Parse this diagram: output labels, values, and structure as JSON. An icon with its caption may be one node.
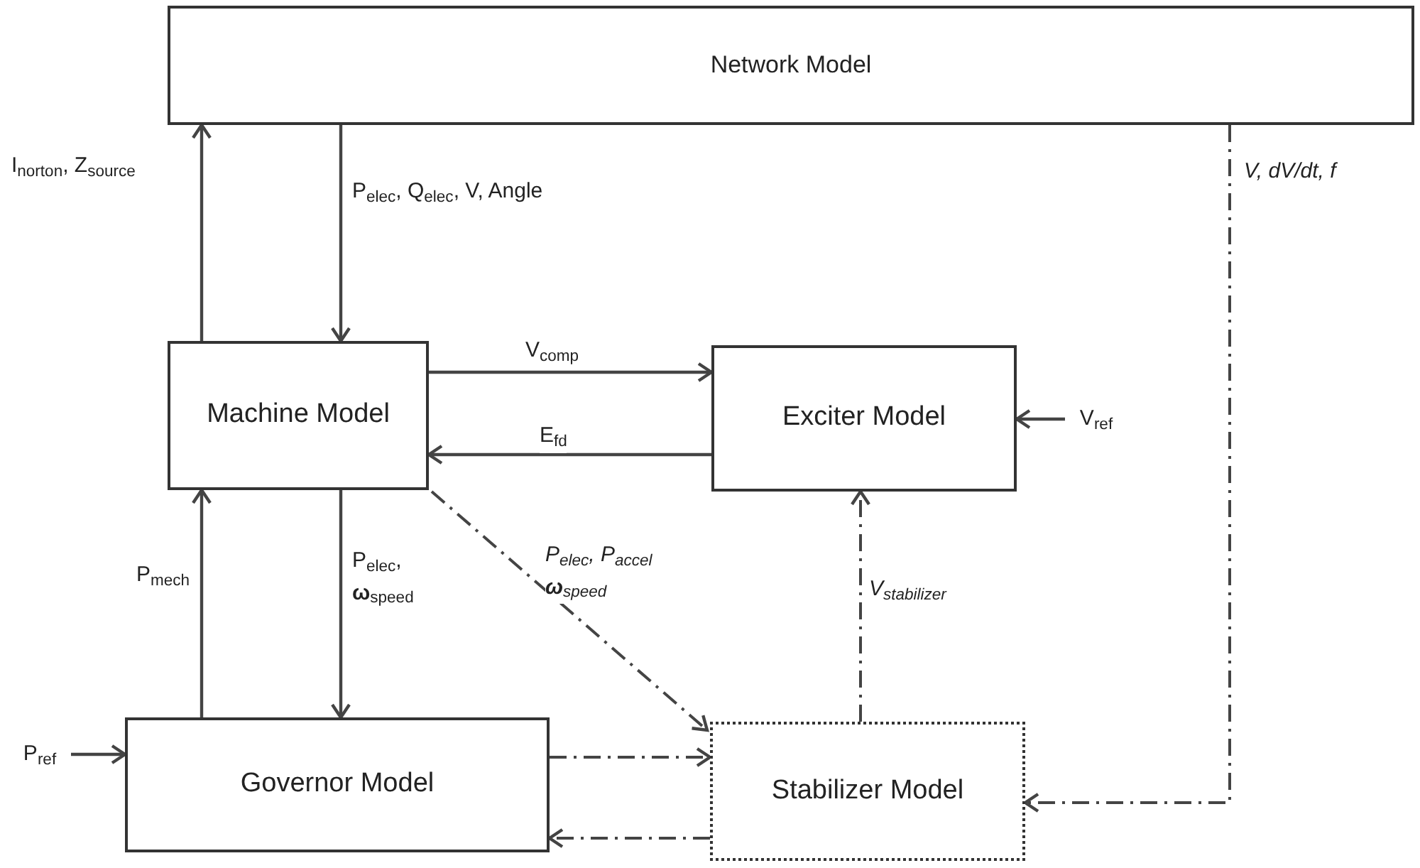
{
  "diagram": {
    "nodes": [
      {
        "text": [
          "Network Model"
        ]
      },
      {
        "text": [
          "Machine Model"
        ]
      },
      {
        "text": [
          "Exciter Model"
        ]
      },
      {
        "text": [
          "Governor Model"
        ]
      },
      {
        "text": [
          "Stabilizer Model"
        ]
      },
      {
        "text": [
          "P$_{ref}$"
        ]
      },
      {
        "text": [
          "V$_{ref}$"
        ]
      }
    ],
    "edges": [
      {
        "from": 1,
        "to": 0,
        "arrow": "to",
        "label": "I$_{norton}$, Z$_{source}$"
      },
      {
        "from": 0,
        "to": 1,
        "arrow": "to",
        "label": "P$_{elec}$, Q$_{elec}$, V,  Angle"
      },
      {
        "from": 1,
        "to": 2,
        "arrow": "to",
        "label": "V$_{comp}$"
      },
      {
        "from": 2,
        "to": 1,
        "arrow": "to",
        "label": "E$_{fd}$"
      },
      {
        "from": 6,
        "to": 2,
        "arrow": "to"
      },
      {
        "from": 3,
        "to": 1,
        "arrow": "to",
        "label": "P$_{mech}$"
      },
      {
        "from": 1,
        "to": 3,
        "arrow": "to",
        "label": "P$_{elec}$, **ω**$_{speed}$"
      },
      {
        "from": 1,
        "to": 4,
        "arrow": "to",
        "style": "dashed",
        "label": "P$_{elec}$, P$_{accel}$ **ω**$_{speed}$"
      },
      {
        "from": 4,
        "to": 2,
        "arrow": "to",
        "style": "dashed",
        "label": "V$_{stabilizer}$"
      },
      {
        "from": 0,
        "to": 4,
        "arrow": "to",
        "style": "dashed",
        "label": "V, dV/dt, f"
      },
      {
        "from": 3,
        "to": 4,
        "arrow": "to",
        "style": "dashed"
      },
      {
        "from": 4,
        "to": 3,
        "arrow": "to",
        "style": "dashed"
      },
      {
        "from": 5,
        "to": 3,
        "arrow": "to"
      }
    ]
  }
}
